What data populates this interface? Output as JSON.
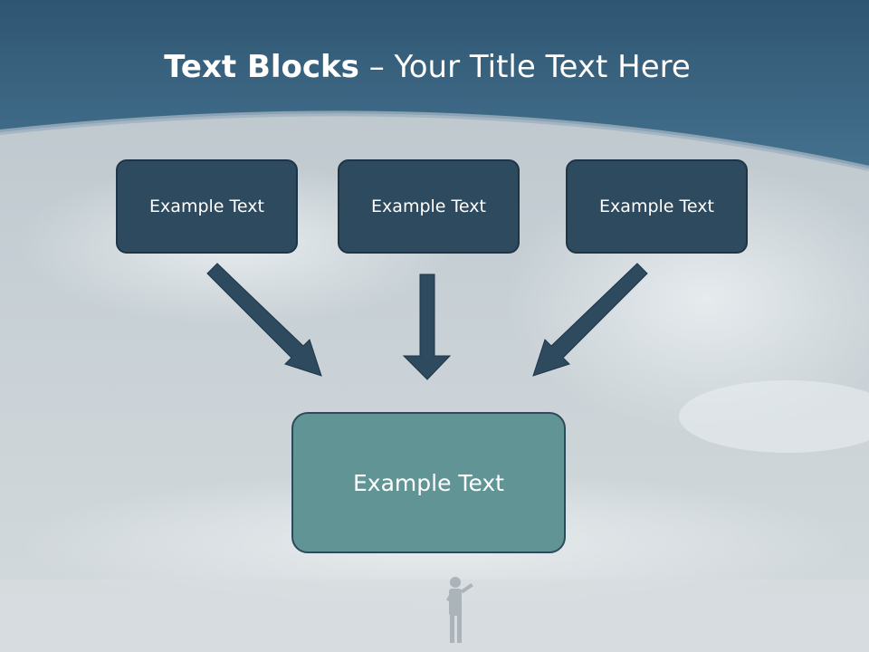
{
  "slide": {
    "title_bold": "Text Blocks",
    "title_rest": " – Your Title Text Here",
    "boxes": [
      {
        "label": "Example Text"
      },
      {
        "label": "Example Text"
      },
      {
        "label": "Example Text"
      }
    ],
    "result": {
      "label": "Example Text"
    }
  },
  "colors": {
    "header": "#3a6683",
    "box_fill": "#2e4a5f",
    "result_fill": "#619595",
    "arrow": "#2e4a5f"
  }
}
